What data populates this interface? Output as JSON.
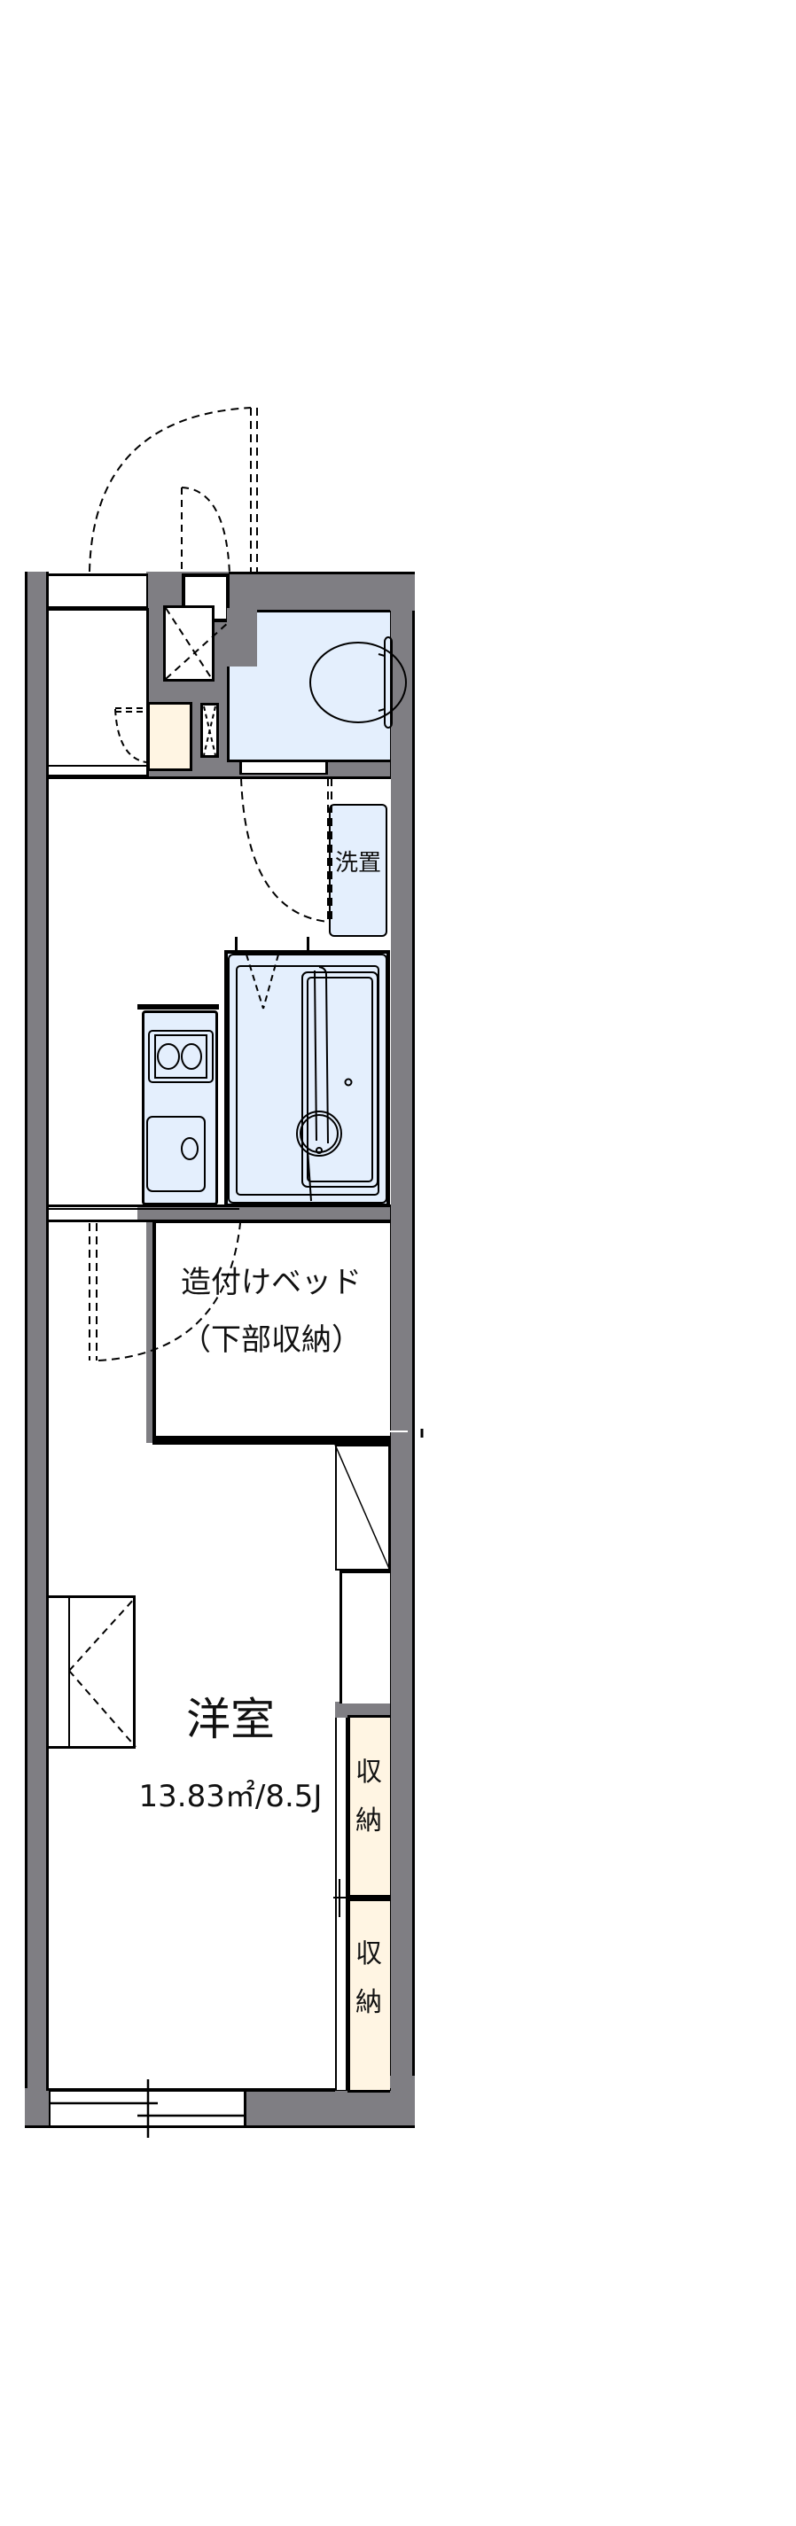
{
  "floorplan": {
    "colors": {
      "wall": "#7f7e83",
      "wet_area": "#e4effd",
      "storage": "#fff5e3",
      "line": "#000000",
      "background": "#ffffff"
    },
    "rooms": {
      "washer_space": {
        "label": "洗置"
      },
      "built_in_bed": {
        "line1": "造付けベッド",
        "line2": "（下部収納）"
      },
      "western_room": {
        "label": "洋室",
        "area": "13.83㎡/8.5J"
      },
      "closet_upper": {
        "line1": "収",
        "line2": "納"
      },
      "closet_lower": {
        "line1": "収",
        "line2": "納"
      }
    },
    "fixtures": [
      "entrance-door",
      "shoe-cabinet",
      "toilet",
      "washing-machine-space",
      "unit-bath",
      "kitchen-sink",
      "two-burner-stove",
      "built-in-bed",
      "desk",
      "closet",
      "sliding-window",
      "meter-box",
      "pipe-shaft"
    ]
  }
}
